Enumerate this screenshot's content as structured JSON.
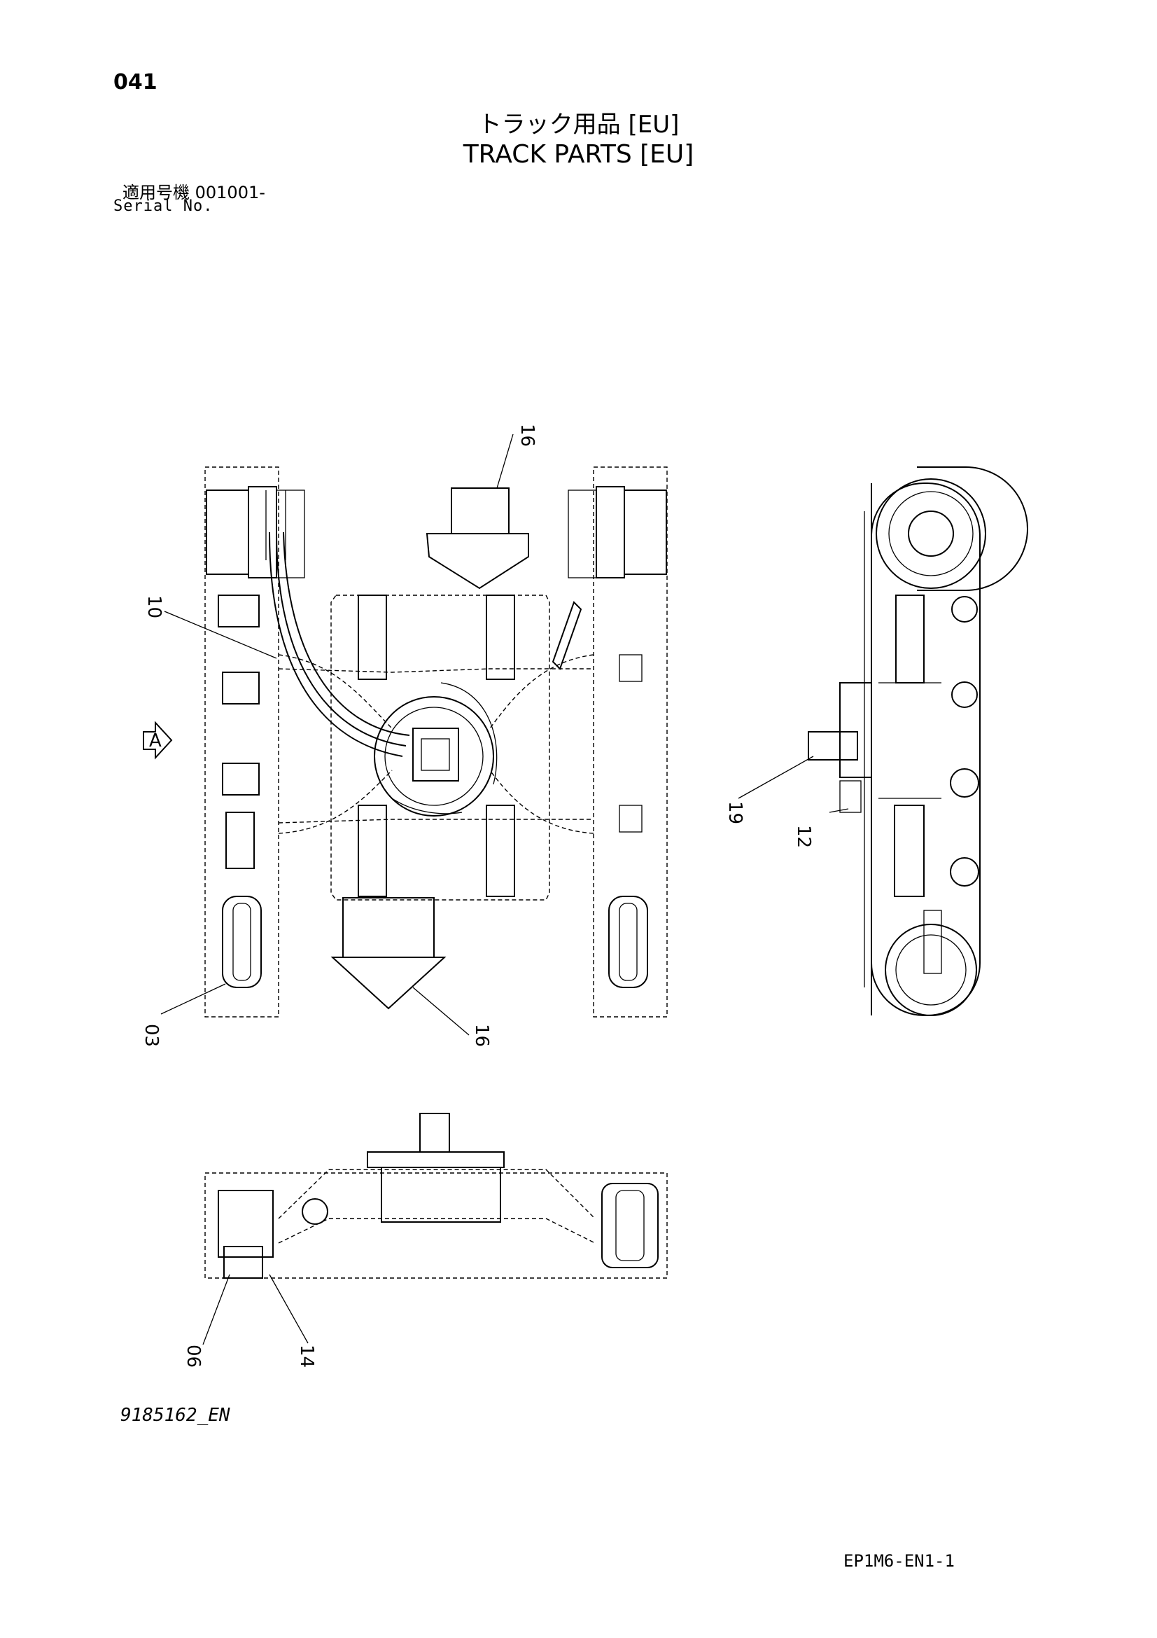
{
  "header": {
    "page_number": "041",
    "title_jp": "トラック用品 [EU]",
    "title_en": "TRACK PARTS [EU]",
    "serial_label_jp": "適用号機 001001-",
    "serial_label_en": "Serial No."
  },
  "callouts": {
    "c16_top": "16",
    "c10": "10",
    "c03": "03",
    "c16_bottom": "16",
    "c19": "19",
    "c12": "12",
    "c06": "06",
    "c14": "14",
    "view_marker": "A"
  },
  "footer": {
    "drawing_id": "9185162_EN",
    "page_code": "EP1M6-EN1-1"
  }
}
